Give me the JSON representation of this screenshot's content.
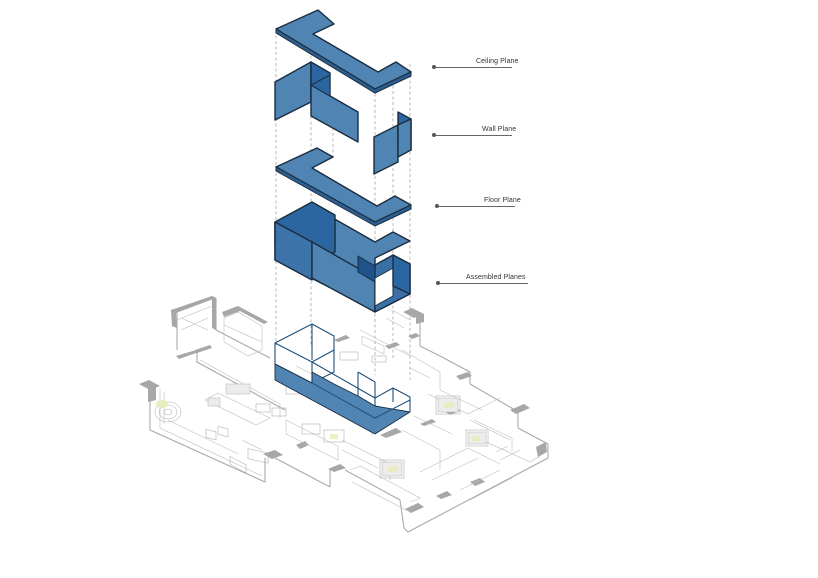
{
  "labels": {
    "ceiling": "Ceiling Plane",
    "wall": "Wall Plane",
    "floor": "Floor Plane",
    "assembled": "Assembled Planes"
  },
  "colors": {
    "fill": "#4f84b3",
    "fill_dark": "#2c66a0",
    "stroke": "#1a2d40",
    "outline": "#1e4f7a",
    "plan_wall": "#a7a7a7",
    "plan_line": "#bdbdbd"
  }
}
